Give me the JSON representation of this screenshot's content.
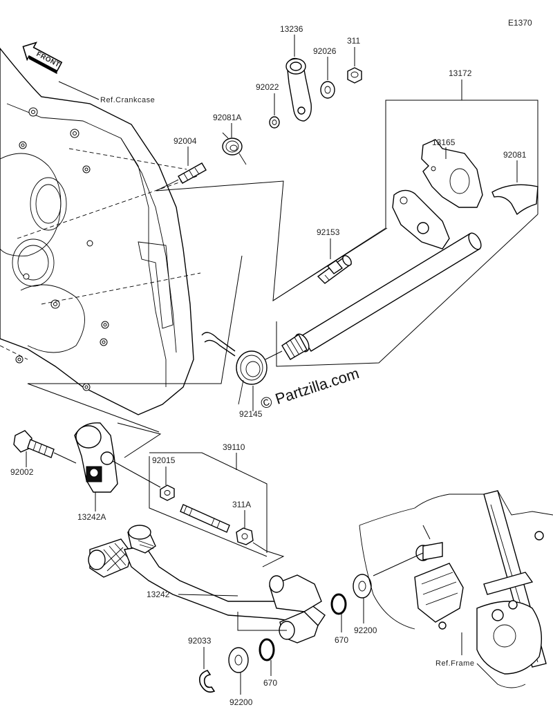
{
  "diagram_code": "E1370",
  "front_arrow": "FRONT",
  "refs": {
    "crankcase": "Ref.Crankcase",
    "frame": "Ref.Frame"
  },
  "watermark": "© Partzilla.com",
  "parts": {
    "p13236": "13236",
    "p311": "311",
    "p92026": "92026",
    "p92022": "92022",
    "p13172": "13172",
    "p92081A": "92081A",
    "p92004": "92004",
    "p13165": "13165",
    "p92081": "92081",
    "p92153": "92153",
    "p92145": "92145",
    "p39110": "39110",
    "p92015": "92015",
    "p92002": "92002",
    "p311A": "311A",
    "p13242A": "13242A",
    "p13242": "13242",
    "p92033": "92033",
    "p670a": "670",
    "p670b": "670",
    "p92200a": "92200",
    "p92200b": "92200"
  }
}
